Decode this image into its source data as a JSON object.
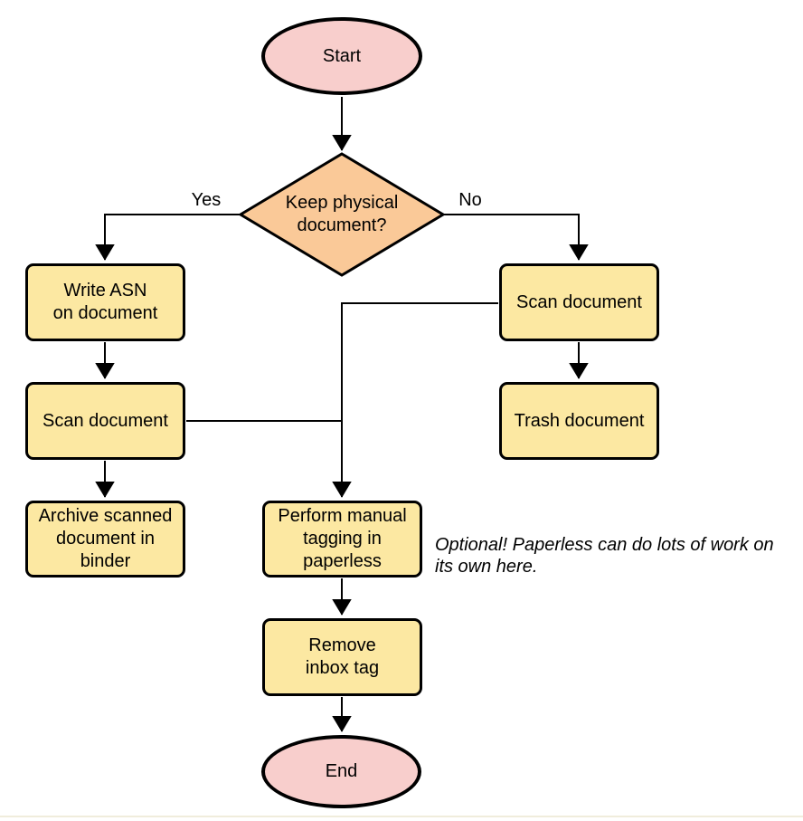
{
  "colors": {
    "terminal_fill": "#f8cecc",
    "decision_fill": "#fac998",
    "process_fill": "#fce8a2",
    "stroke": "#000000"
  },
  "nodes": {
    "start": {
      "label": "Start",
      "type": "terminal"
    },
    "decision": {
      "label": "Keep physical\ndocument?",
      "type": "decision"
    },
    "write_asn": {
      "label": "Write ASN\non document",
      "type": "process"
    },
    "scan_left": {
      "label": "Scan document",
      "type": "process"
    },
    "archive": {
      "label": "Archive scanned\ndocument in\nbinder",
      "type": "process"
    },
    "scan_right": {
      "label": "Scan document",
      "type": "process"
    },
    "trash": {
      "label": "Trash document",
      "type": "process"
    },
    "tagging": {
      "label": "Perform manual\ntagging in\npaperless",
      "type": "process"
    },
    "remove_inbox": {
      "label": "Remove\ninbox tag",
      "type": "process"
    },
    "end": {
      "label": "End",
      "type": "terminal"
    }
  },
  "edge_labels": {
    "yes": "Yes",
    "no": "No"
  },
  "annotation": "Optional! Paperless can do lots of work on\nits own here."
}
